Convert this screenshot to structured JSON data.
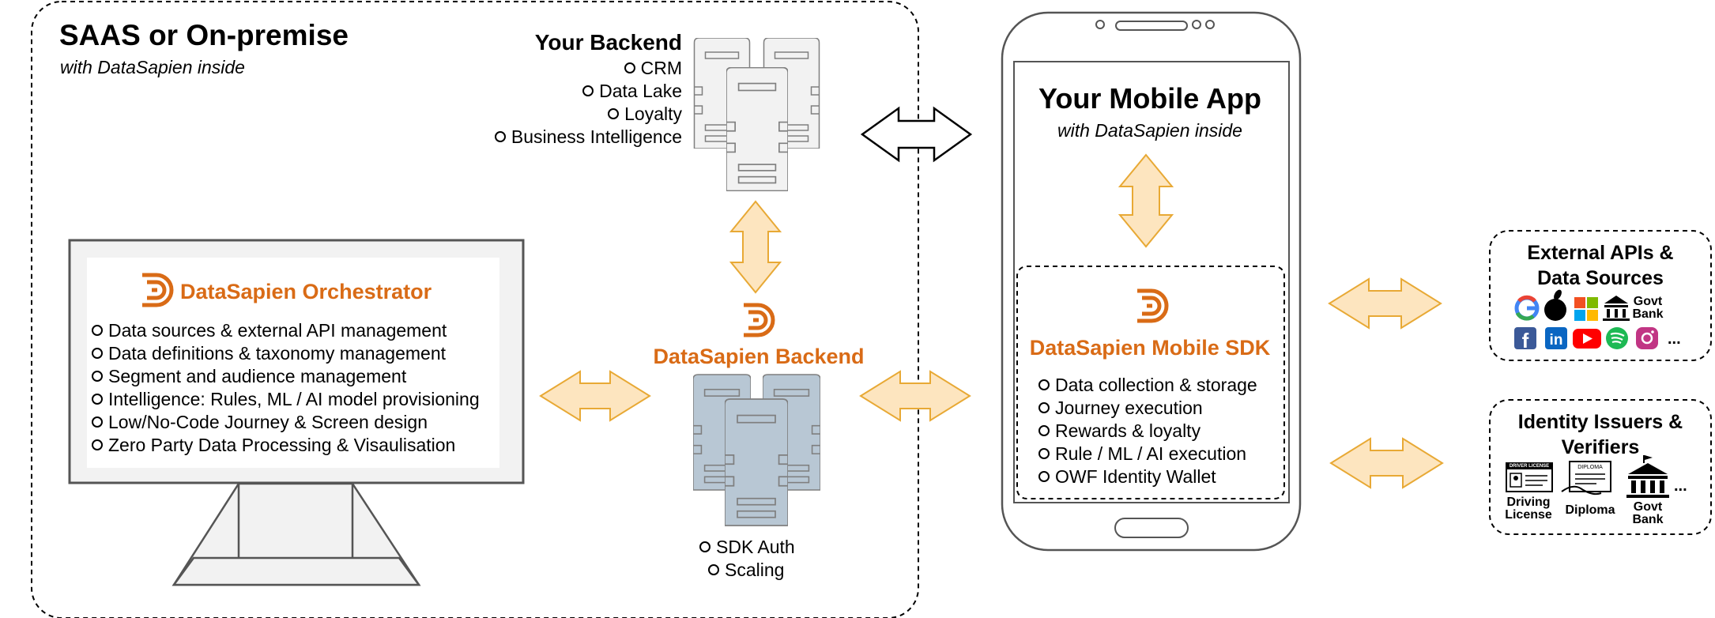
{
  "saas": {
    "title": "SAAS or On-premise",
    "subtitle": "with DataSapien inside"
  },
  "your_backend": {
    "title": "Your Backend",
    "items": [
      "CRM",
      "Data Lake",
      "Loyalty",
      "Business Intelligence"
    ]
  },
  "orchestrator": {
    "title": "DataSapien Orchestrator",
    "items": [
      "Data sources & external API management",
      "Data definitions & taxonomy management",
      "Segment and audience management",
      "Intelligence: Rules, ML / AI model provisioning",
      "Low/No-Code Journey & Screen design",
      "Zero Party Data Processing & Visaulisation"
    ]
  },
  "ds_backend": {
    "title": "DataSapien Backend",
    "items": [
      "SDK Auth",
      "Scaling"
    ]
  },
  "mobile_app": {
    "title": "Your Mobile App",
    "subtitle": "with DataSapien inside"
  },
  "mobile_sdk": {
    "title": "DataSapien Mobile SDK",
    "items": [
      "Data collection & storage",
      "Journey execution",
      "Rewards & loyalty",
      "Rule / ML / AI execution",
      "OWF Identity Wallet"
    ]
  },
  "external_apis": {
    "title_line1": "External APIs &",
    "title_line2": "Data Sources",
    "govt_bank_line1": "Govt",
    "govt_bank_line2": "Bank",
    "ellipsis": "...",
    "logos": [
      "google-logo",
      "apple-logo",
      "microsoft-logo",
      "bank-icon",
      "facebook-logo",
      "linkedin-logo",
      "youtube-logo",
      "spotify-logo",
      "instagram-logo"
    ]
  },
  "identity": {
    "title_line1": "Identity Issuers &",
    "title_line2": "Verifiers",
    "license_card_text": "DRIVER LICENSE",
    "diploma_card_text": "DIPLOMA",
    "driving_line1": "Driving",
    "driving_line2": "License",
    "diploma_label": "Diploma",
    "govt_line1": "Govt",
    "govt_line2": "Bank",
    "ellipsis": "..."
  },
  "colors": {
    "brand_orange": "#D96B16",
    "arrow_fill": "#FDE5BF",
    "arrow_stroke": "#E8A935",
    "server_light": "#F2F2F2",
    "server_blue": "#B8C7D4",
    "server_stroke": "#7F7F7F"
  }
}
